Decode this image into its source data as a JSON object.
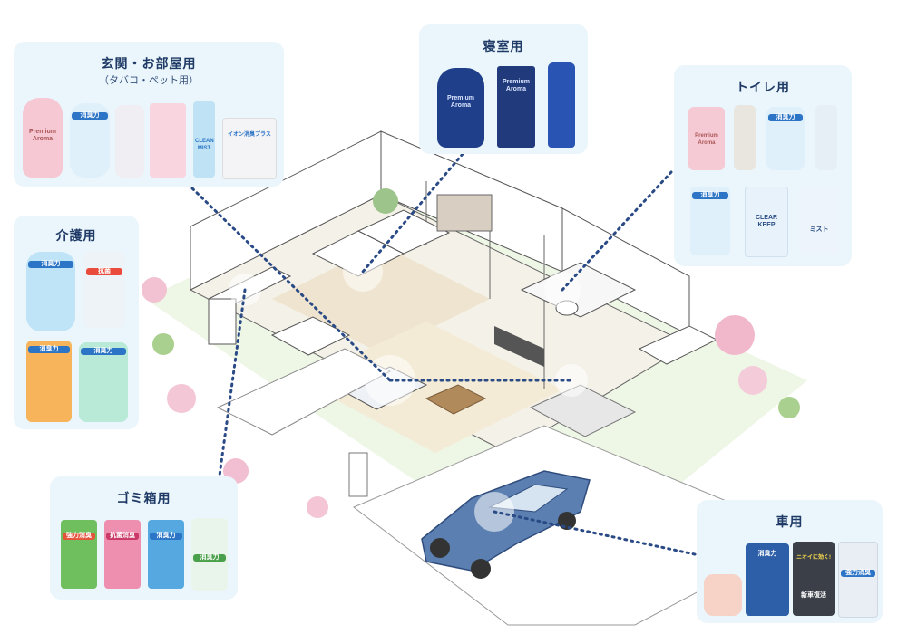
{
  "cards": {
    "entrance": {
      "title": "玄関・お部屋用",
      "subtitle": "（タバコ・ペット用）",
      "products": [
        "Premium Aroma",
        "消臭力",
        "CLEAN MIST",
        "イオン消臭プラス"
      ]
    },
    "bedroom": {
      "title": "寝室用",
      "products": [
        "Premium Aroma",
        "Premium Aroma"
      ]
    },
    "toilet": {
      "title": "トイレ用",
      "products": [
        "Premium Aroma",
        "消臭力",
        "消臭力",
        "CLEAR KEEP",
        "ミスト"
      ]
    },
    "care": {
      "title": "介護用",
      "products": [
        "消臭力",
        "抗菌",
        "消臭力",
        "消臭力"
      ]
    },
    "garbage": {
      "title": "ゴミ箱用",
      "products": [
        "強力消臭",
        "抗菌消臭",
        "消臭力",
        "消臭力"
      ]
    },
    "car": {
      "title": "車用",
      "products": [
        "消臭力",
        "ニオイに効く!",
        "新車復活",
        "強力消臭"
      ]
    }
  },
  "colors": {
    "card_bg": "#eaf6fb",
    "text": "#1f3a66",
    "dotted_line": "#2a4a86",
    "car": "#5b7fb1"
  }
}
